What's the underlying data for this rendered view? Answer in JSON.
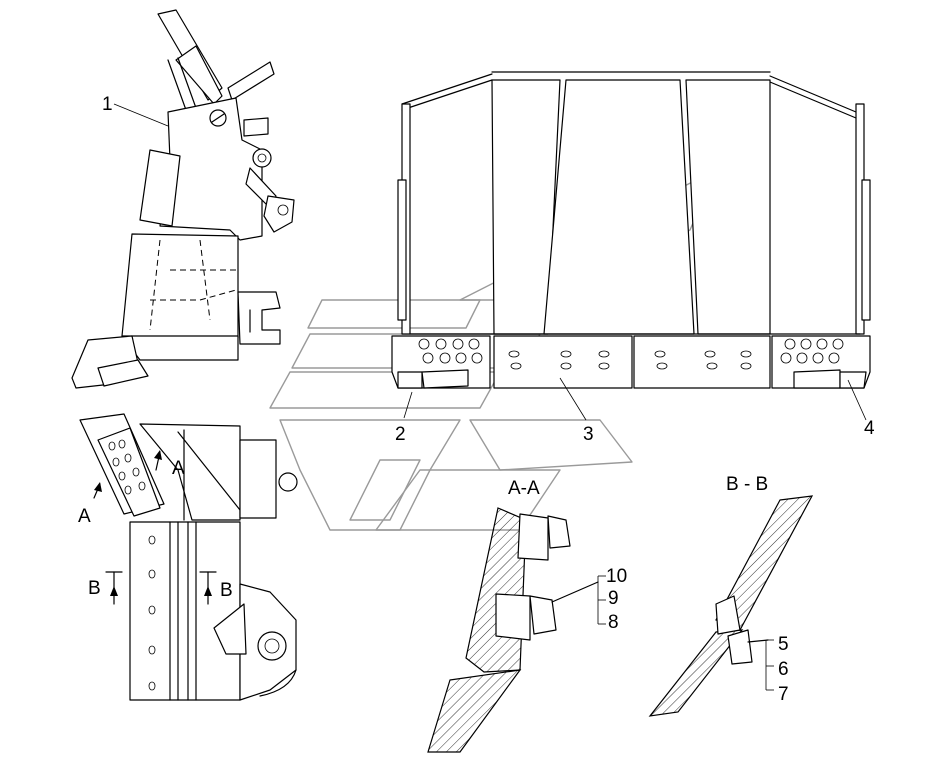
{
  "labels": {
    "l1": "1",
    "l2": "2",
    "l3": "3",
    "l4": "4",
    "l5": "5",
    "l6": "6",
    "l7": "7",
    "l8": "8",
    "l9": "9",
    "l10": "10"
  },
  "section_marks": {
    "a_left": "A",
    "a_right": "A",
    "b_left": "B",
    "b_right": "B"
  },
  "section_titles": {
    "aa": "A-A",
    "bb": "B - B"
  },
  "colors": {
    "line": "#000000",
    "watermark": "#9a9a9a",
    "background": "#ffffff"
  }
}
